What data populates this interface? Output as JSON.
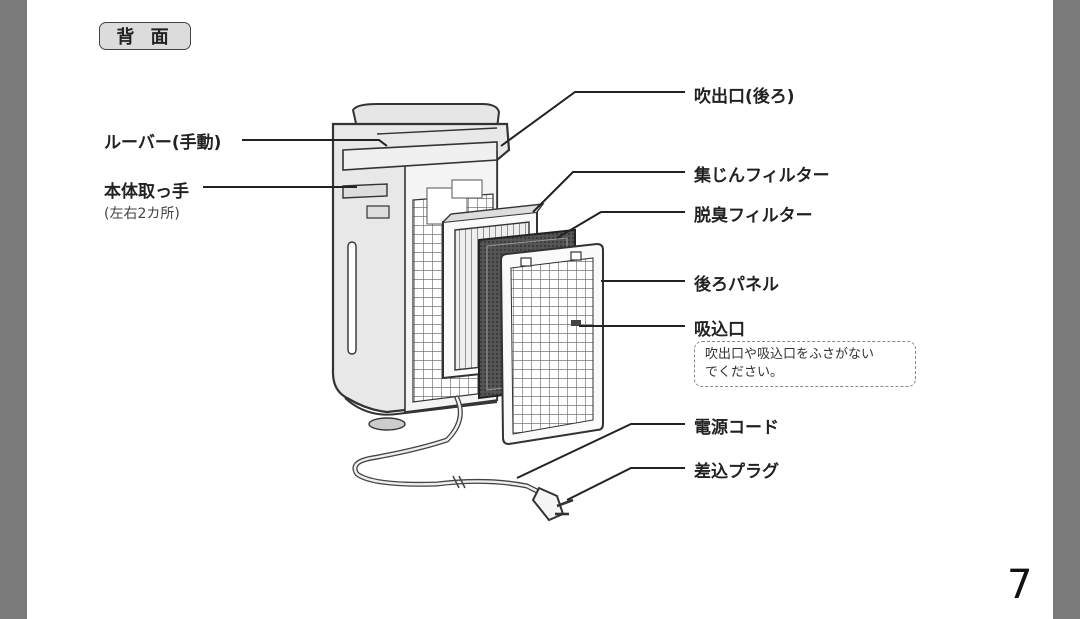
{
  "section_tag": "背 面",
  "labels": {
    "louver": "ルーバー(手動)",
    "handle": "本体取っ手",
    "handle_note": "(左右2カ所)",
    "outlet": "吹出口(後ろ)",
    "dust_filter": "集じんフィルター",
    "deodorizing_filter": "脱臭フィルター",
    "rear_panel": "後ろパネル",
    "inlet": "吸込口",
    "power_cord": "電源コード",
    "plug": "差込プラグ"
  },
  "note": {
    "line1": "吹出口や吸込口をふさがない",
    "line2": "でください。"
  },
  "page_number": "7"
}
